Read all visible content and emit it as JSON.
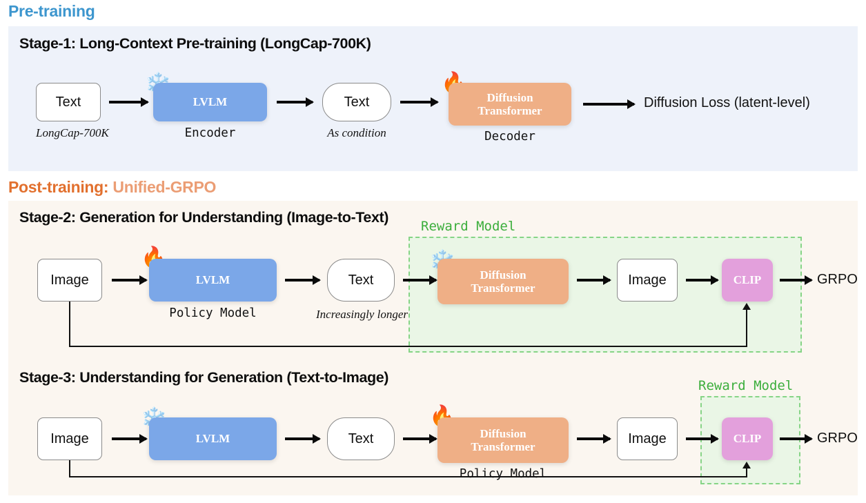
{
  "sections": {
    "pretraining": {
      "title": "Pre-training",
      "color": "#3d96ce",
      "stage": {
        "heading": "Stage-1: Long-Context Pre-training (LongCap-700K)",
        "background": "#eef2fa",
        "nodes": {
          "input_text": "Text",
          "input_caption": "LongCap-700K",
          "lvlm": "LVLM",
          "lvlm_caption": "Encoder",
          "lvlm_state": "frozen",
          "mid_text": "Text",
          "mid_caption": "As condition",
          "dit_line1": "Diffusion",
          "dit_line2": "Transformer",
          "dit_caption": "Decoder",
          "dit_state": "trainable",
          "output": "Diffusion Loss (latent-level)"
        }
      }
    },
    "posttraining": {
      "title_main": "Post-training:",
      "title_accent": "Unified-GRPO",
      "color_main": "#e2702e",
      "color_accent": "#eb9d74",
      "background": "#fbf6f0",
      "stage2": {
        "heading": "Stage-2: Generation for Understanding  (Image-to-Text)",
        "nodes": {
          "input_image": "Image",
          "lvlm": "LVLM",
          "lvlm_caption": "Policy Model",
          "lvlm_state": "trainable",
          "mid_text": "Text",
          "mid_caption": "Increasingly longer",
          "dit_line1": "Diffusion",
          "dit_line2": "Transformer",
          "dit_state": "frozen",
          "gen_image": "Image",
          "clip": "CLIP",
          "output": "GRPO"
        },
        "reward": {
          "label": "Reward Model",
          "border_color": "#86d486",
          "fill": "#eaf6e6",
          "text_color": "#3cae3c"
        }
      },
      "stage3": {
        "heading": "Stage-3: Understanding for Generation  (Text-to-Image)",
        "nodes": {
          "input_image": "Image",
          "lvlm": "LVLM",
          "lvlm_state": "frozen",
          "mid_text": "Text",
          "dit_line1": "Diffusion",
          "dit_line2": "Transformer",
          "dit_caption": "Policy Model",
          "dit_state": "trainable",
          "gen_image": "Image",
          "clip": "CLIP",
          "output": "GRPO"
        },
        "reward": {
          "label": "Reward Model",
          "border_color": "#86d486",
          "fill": "#eaf6e6",
          "text_color": "#3cae3c"
        }
      }
    }
  },
  "icons": {
    "frozen": "❄️",
    "trainable": "🔥"
  },
  "palette": {
    "lvlm_blue": "#7ba7e8",
    "diffusion_orange": "#efaf86",
    "clip_purple": "#e3a0dc",
    "pretrain_panel": "#eef2fa",
    "posttrain_panel": "#fbf6f0"
  }
}
